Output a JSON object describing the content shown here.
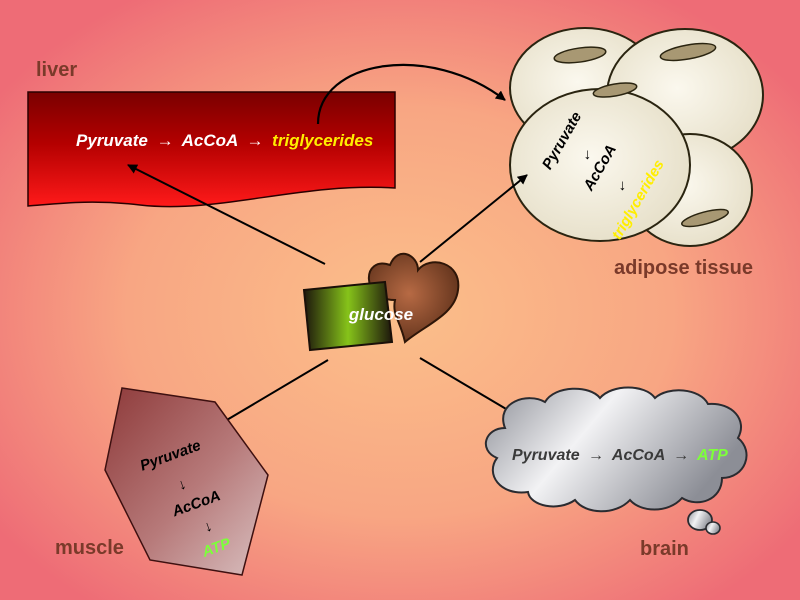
{
  "organs": {
    "liver": {
      "label": "liver",
      "pathway": {
        "pyruvate": "Pyruvate",
        "arrow1": "→",
        "accoa": "AcCoA",
        "arrow2": "→",
        "product": "triglycerides"
      }
    },
    "adipose": {
      "label": "adipose tissue",
      "pathway": {
        "pyruvate": "Pyruvate",
        "arrow1": "→",
        "accoa": "AcCoA",
        "arrow2": "→",
        "product": "triglycerides"
      }
    },
    "muscle": {
      "label": "muscle",
      "pathway": {
        "pyruvate": "Pyruvate",
        "arrow1": "→",
        "accoa": "AcCoA",
        "arrow2": "→",
        "product": "ATP"
      }
    },
    "brain": {
      "label": "brain",
      "pathway": {
        "pyruvate": "Pyruvate",
        "arrow1": "→",
        "accoa": "AcCoA",
        "arrow2": "→",
        "product": "ATP"
      }
    }
  },
  "center": {
    "label": "glucose"
  },
  "colors": {
    "label": "#7a3a2a",
    "triglycerides": "#ffee00",
    "atp": "#7dff3a",
    "arrow": "#000000"
  }
}
